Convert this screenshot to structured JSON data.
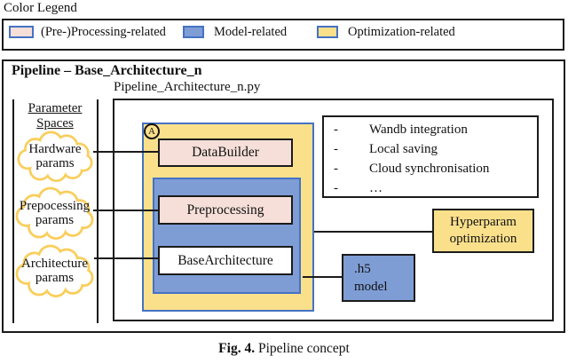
{
  "legend": {
    "title": "Color Legend",
    "items": [
      {
        "label": "(Pre-)Processing-related",
        "color": "#F5DFD8"
      },
      {
        "label": "Model-related",
        "color": "#7F9DD5"
      },
      {
        "label": "Optimization-related",
        "color": "#FBE08C"
      }
    ]
  },
  "pipeline": {
    "title": "Pipeline – Base_Architecture_n",
    "file_label": "Pipeline_Architecture_n.py",
    "marker": "A",
    "parameter_spaces": {
      "line1": "Parameter",
      "line2": "Spaces",
      "clouds": [
        {
          "line1": "Hardware",
          "line2": "params"
        },
        {
          "line1": "Prepocessing",
          "line2": "params"
        },
        {
          "line1": "Architecture",
          "line2": "params"
        }
      ]
    },
    "blocks": {
      "databuilder": "DataBuilder",
      "preprocessing": "Preprocessing",
      "base_architecture": "BaseArchitecture",
      "hyperparam_line1": "Hyperparam",
      "hyperparam_line2": "optimization",
      "h5_line1": ".h5",
      "h5_line2": "model"
    },
    "features": [
      "Wandb integration",
      "Local saving",
      "Cloud synchronisation",
      "…"
    ]
  },
  "caption": {
    "fig": "Fig. 4.",
    "text": " Pipeline concept"
  },
  "colors": {
    "processing_fill": "#F5DFD8",
    "model_fill": "#7F9DD5",
    "optimization_fill": "#FBE08C",
    "container_border_blue": "#4472C4",
    "cloud_outline": "#F9CE5B",
    "line_black": "#1b1b1b"
  }
}
